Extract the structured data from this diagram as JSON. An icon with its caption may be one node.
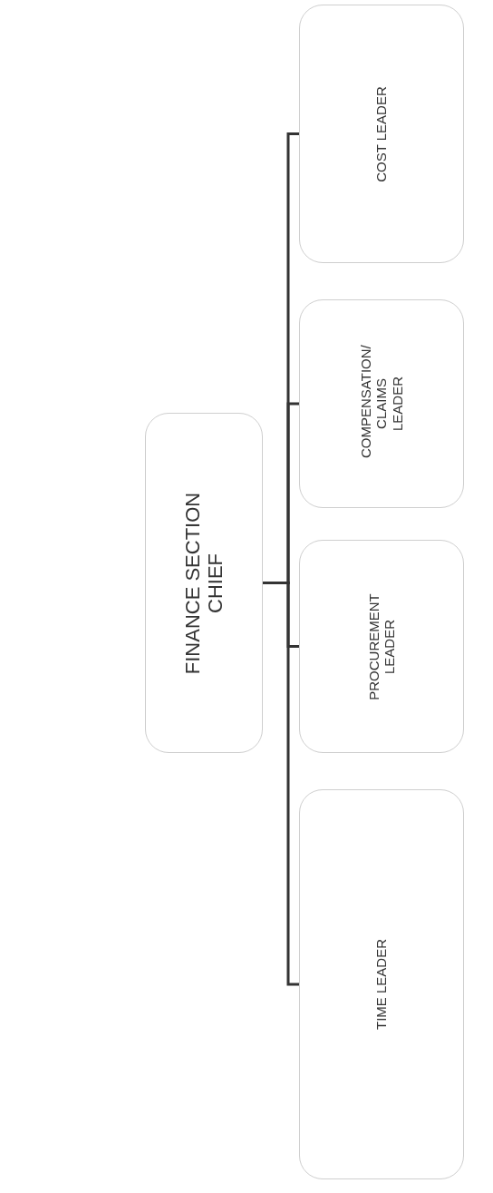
{
  "diagram": {
    "nodes": [
      {
        "text": [
          "FINANCE SECTION CHIEF"
        ]
      },
      {
        "text": [
          "COST LEADER"
        ]
      },
      {
        "text": [
          "COMPENSATION/ CLAIMS LEADER"
        ]
      },
      {
        "text": [
          "PROCUREMENT LEADER"
        ]
      },
      {
        "text": [
          "TIME LEADER"
        ]
      }
    ],
    "edges": [
      {
        "from": 0,
        "to": 1,
        "arrow": "none"
      },
      {
        "from": 0,
        "to": 2,
        "arrow": "none"
      },
      {
        "from": 0,
        "to": 3,
        "arrow": "none"
      },
      {
        "from": 0,
        "to": 4,
        "arrow": "none"
      }
    ]
  }
}
